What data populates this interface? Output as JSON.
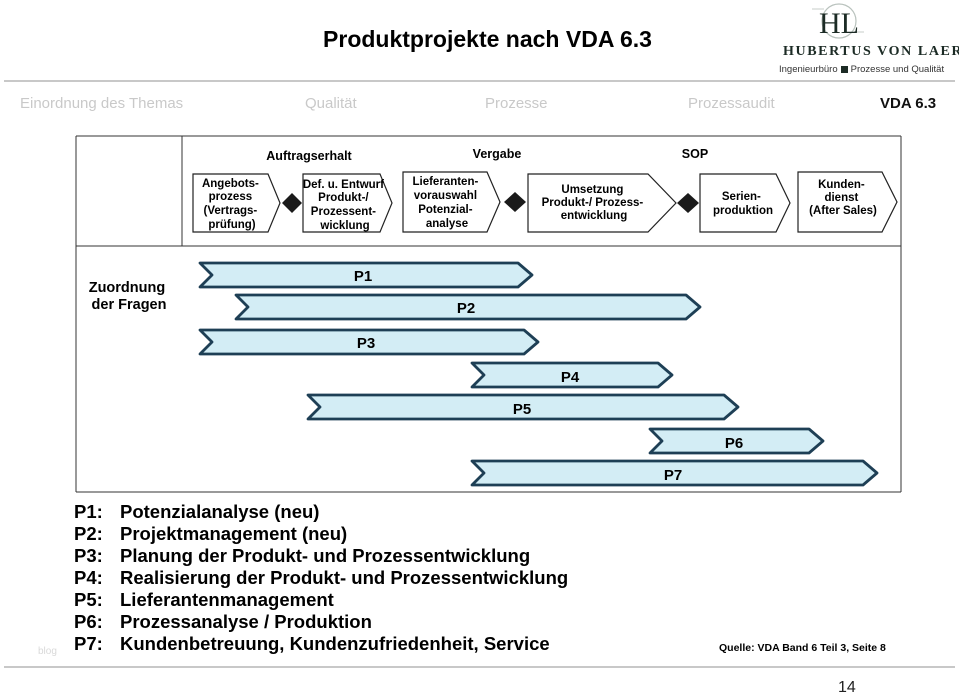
{
  "header": {
    "title": "Produktprojekte nach VDA 6.3",
    "logo_monogram": "HL",
    "logo_name": "HUBERTUS VON LAER",
    "logo_tag_left": "Ingenieurbüro",
    "logo_tag_right": "Prozesse und Qualität"
  },
  "nav": [
    {
      "label": "Einordnung des Themas",
      "active": false
    },
    {
      "label": "Qualität",
      "active": false
    },
    {
      "label": "Prozesse",
      "active": false
    },
    {
      "label": "Prozessaudit",
      "active": false
    },
    {
      "label": "VDA 6.3",
      "active": true
    }
  ],
  "diagram": {
    "milestones": [
      "Auftragserhalt",
      "Vergabe",
      "SOP"
    ],
    "phases": [
      {
        "lines": [
          "Angebots-",
          "prozess",
          "(Vertrags-",
          "prüfung)"
        ]
      },
      {
        "lines": [
          "Def. u. Entwurf",
          "Produkt-/",
          "Prozessent-",
          "wicklung"
        ]
      },
      {
        "lines": [
          "Lieferanten-",
          "vorauswahl",
          "Potenzial-",
          "analyse"
        ]
      },
      {
        "lines": [
          "Umsetzung",
          "Produkt-/ Prozess-",
          "entwicklung"
        ]
      },
      {
        "lines": [
          "Serien-",
          "produktion"
        ]
      },
      {
        "lines": [
          "Kunden-",
          "dienst",
          "(After Sales)"
        ]
      }
    ],
    "row_label": [
      "Zuordnung",
      "der Fragen"
    ],
    "arrow_labels": [
      "P1",
      "P2",
      "P3",
      "P4",
      "P5",
      "P6",
      "P7"
    ],
    "colors": {
      "arrow_fill": "#d3edf5",
      "arrow_stroke": "#1e3f55"
    }
  },
  "legend": [
    {
      "code": "P1:",
      "text": "Potenzialanalyse (neu)"
    },
    {
      "code": "P2:",
      "text": "Projektmanagement (neu)"
    },
    {
      "code": "P3:",
      "text": "Planung der Produkt- und Prozessentwicklung"
    },
    {
      "code": "P4:",
      "text": "Realisierung der Produkt- und Prozessentwicklung"
    },
    {
      "code": "P5:",
      "text": "Lieferantenmanagement"
    },
    {
      "code": "P6:",
      "text": "Prozessanalyse / Produktion"
    },
    {
      "code": "P7:",
      "text": "Kundenbetreuung, Kundenzufriedenheit, Service"
    }
  ],
  "footer": {
    "source": "Quelle: VDA Band 6 Teil 3, Seite 8",
    "watermark": "blog",
    "page_number": "14"
  }
}
